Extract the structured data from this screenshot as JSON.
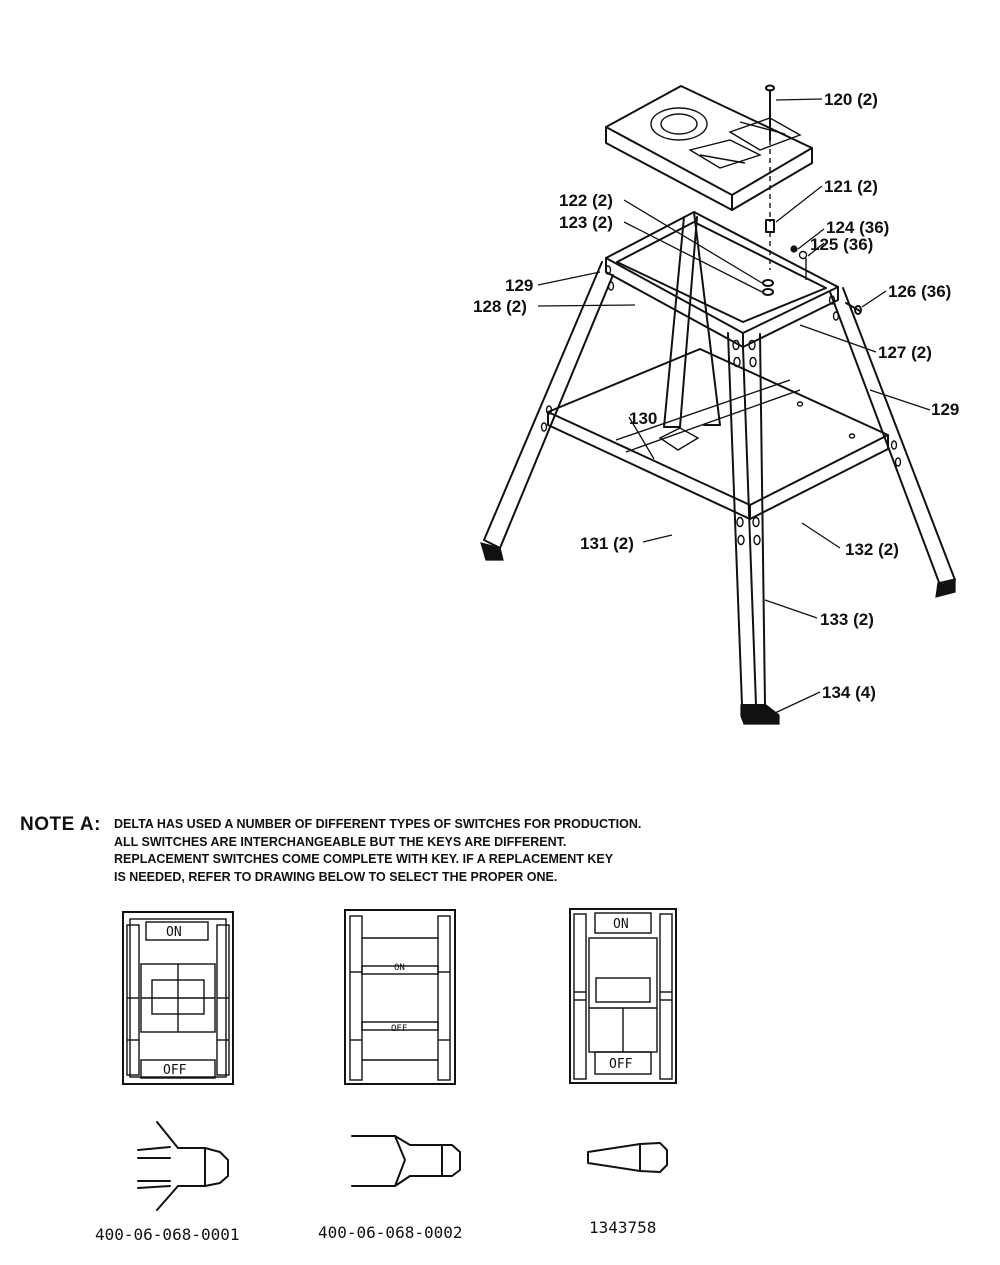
{
  "callouts": {
    "c120": "120 (2)",
    "c121": "121 (2)",
    "c122": "122 (2)",
    "c123": "123 (2)",
    "c124": "124 (36)",
    "c125": "125 (36)",
    "c126": "126 (36)",
    "c127": "127 (2)",
    "c128": "128 (2)",
    "c129a": "129",
    "c129b": "129",
    "c130": "130",
    "c131": "131 (2)",
    "c132": "132 (2)",
    "c133": "133 (2)",
    "c134": "134 (4)"
  },
  "note": {
    "heading": "NOTE A:",
    "lines": [
      "DELTA HAS USED A NUMBER OF DIFFERENT TYPES OF SWITCHES FOR PRODUCTION.",
      "ALL SWITCHES ARE INTERCHANGEABLE BUT THE KEYS ARE DIFFERENT.",
      "REPLACEMENT SWITCHES COME COMPLETE WITH KEY. IF A REPLACEMENT KEY",
      "IS NEEDED, REFER TO DRAWING BELOW TO SELECT THE PROPER ONE."
    ]
  },
  "switches": [
    {
      "on_label": "ON",
      "off_label": "OFF",
      "key_part_number": "400-06-068-0001"
    },
    {
      "on_label": "ON",
      "off_label": "OFF",
      "key_part_number": "400-06-068-0002"
    },
    {
      "on_label": "ON",
      "off_label": "OFF",
      "key_part_number": "1343758"
    }
  ]
}
